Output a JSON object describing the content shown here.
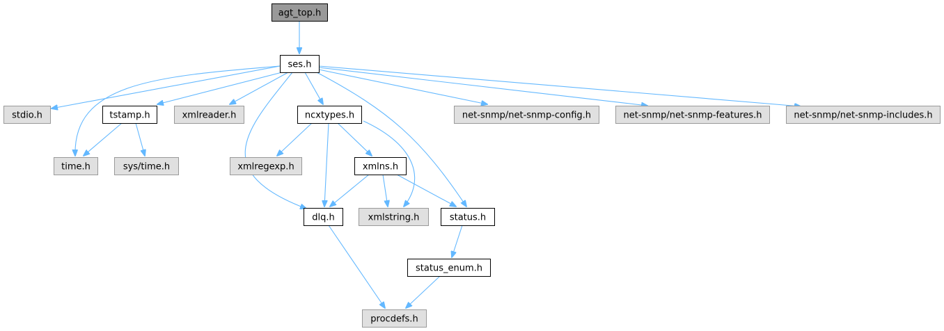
{
  "colors": {
    "edge": "#63b8ff",
    "root_fill": "#999999",
    "local_fill": "#ffffff",
    "local_stroke": "#000000",
    "system_fill": "#e0e0e0",
    "system_stroke": "#999999"
  },
  "nodes": [
    {
      "id": "agt_top",
      "label": "agt_top.h",
      "kind": "root"
    },
    {
      "id": "ses",
      "label": "ses.h",
      "kind": "local"
    },
    {
      "id": "stdio",
      "label": "stdio.h",
      "kind": "system"
    },
    {
      "id": "tstamp",
      "label": "tstamp.h",
      "kind": "local"
    },
    {
      "id": "xmlreader",
      "label": "xmlreader.h",
      "kind": "system"
    },
    {
      "id": "ncxtypes",
      "label": "ncxtypes.h",
      "kind": "local"
    },
    {
      "id": "snmpconfig",
      "label": "net-snmp/net-snmp-config.h",
      "kind": "system"
    },
    {
      "id": "snmpfeatures",
      "label": "net-snmp/net-snmp-features.h",
      "kind": "system"
    },
    {
      "id": "snmpincludes",
      "label": "net-snmp/net-snmp-includes.h",
      "kind": "system"
    },
    {
      "id": "time",
      "label": "time.h",
      "kind": "system"
    },
    {
      "id": "systime",
      "label": "sys/time.h",
      "kind": "system"
    },
    {
      "id": "xmlregexp",
      "label": "xmlregexp.h",
      "kind": "system"
    },
    {
      "id": "xmlns",
      "label": "xmlns.h",
      "kind": "local"
    },
    {
      "id": "dlq",
      "label": "dlq.h",
      "kind": "local"
    },
    {
      "id": "xmlstring",
      "label": "xmlstring.h",
      "kind": "system"
    },
    {
      "id": "status",
      "label": "status.h",
      "kind": "local"
    },
    {
      "id": "status_enum",
      "label": "status_enum.h",
      "kind": "local"
    },
    {
      "id": "procdefs",
      "label": "procdefs.h",
      "kind": "system"
    }
  ],
  "edges": [
    {
      "from": "agt_top",
      "to": "ses"
    },
    {
      "from": "ses",
      "to": "stdio"
    },
    {
      "from": "ses",
      "to": "time"
    },
    {
      "from": "ses",
      "to": "tstamp"
    },
    {
      "from": "ses",
      "to": "xmlreader"
    },
    {
      "from": "ses",
      "to": "dlq"
    },
    {
      "from": "ses",
      "to": "ncxtypes"
    },
    {
      "from": "ses",
      "to": "status"
    },
    {
      "from": "ses",
      "to": "snmpconfig"
    },
    {
      "from": "ses",
      "to": "snmpfeatures"
    },
    {
      "from": "ses",
      "to": "snmpincludes"
    },
    {
      "from": "tstamp",
      "to": "time"
    },
    {
      "from": "tstamp",
      "to": "systime"
    },
    {
      "from": "ncxtypes",
      "to": "xmlregexp"
    },
    {
      "from": "ncxtypes",
      "to": "dlq"
    },
    {
      "from": "ncxtypes",
      "to": "xmlns"
    },
    {
      "from": "ncxtypes",
      "to": "xmlstring"
    },
    {
      "from": "xmlns",
      "to": "dlq"
    },
    {
      "from": "xmlns",
      "to": "xmlstring"
    },
    {
      "from": "xmlns",
      "to": "status"
    },
    {
      "from": "dlq",
      "to": "procdefs"
    },
    {
      "from": "status",
      "to": "status_enum"
    },
    {
      "from": "status_enum",
      "to": "procdefs"
    }
  ]
}
